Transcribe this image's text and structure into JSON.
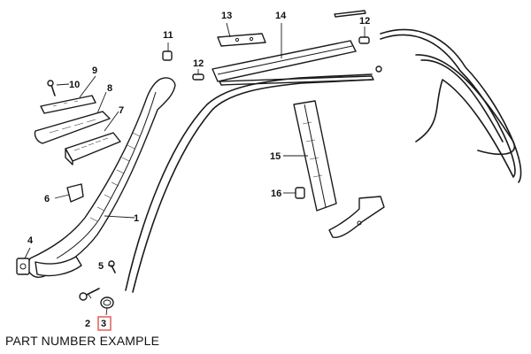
{
  "callouts": {
    "c1": "1",
    "c2": "2",
    "c3": "3",
    "c4": "4",
    "c5": "5",
    "c6": "6",
    "c7": "7",
    "c8": "8",
    "c9": "9",
    "c10": "10",
    "c11": "11",
    "c12a": "12",
    "c12b": "12",
    "c13": "13",
    "c14": "14",
    "c15": "15",
    "c16": "16"
  },
  "highlighted_part": "3",
  "caption": "PART NUMBER EXAMPLE",
  "colors": {
    "line": "#1a1a1a",
    "highlight": "#e0524a",
    "background": "#ffffff"
  }
}
